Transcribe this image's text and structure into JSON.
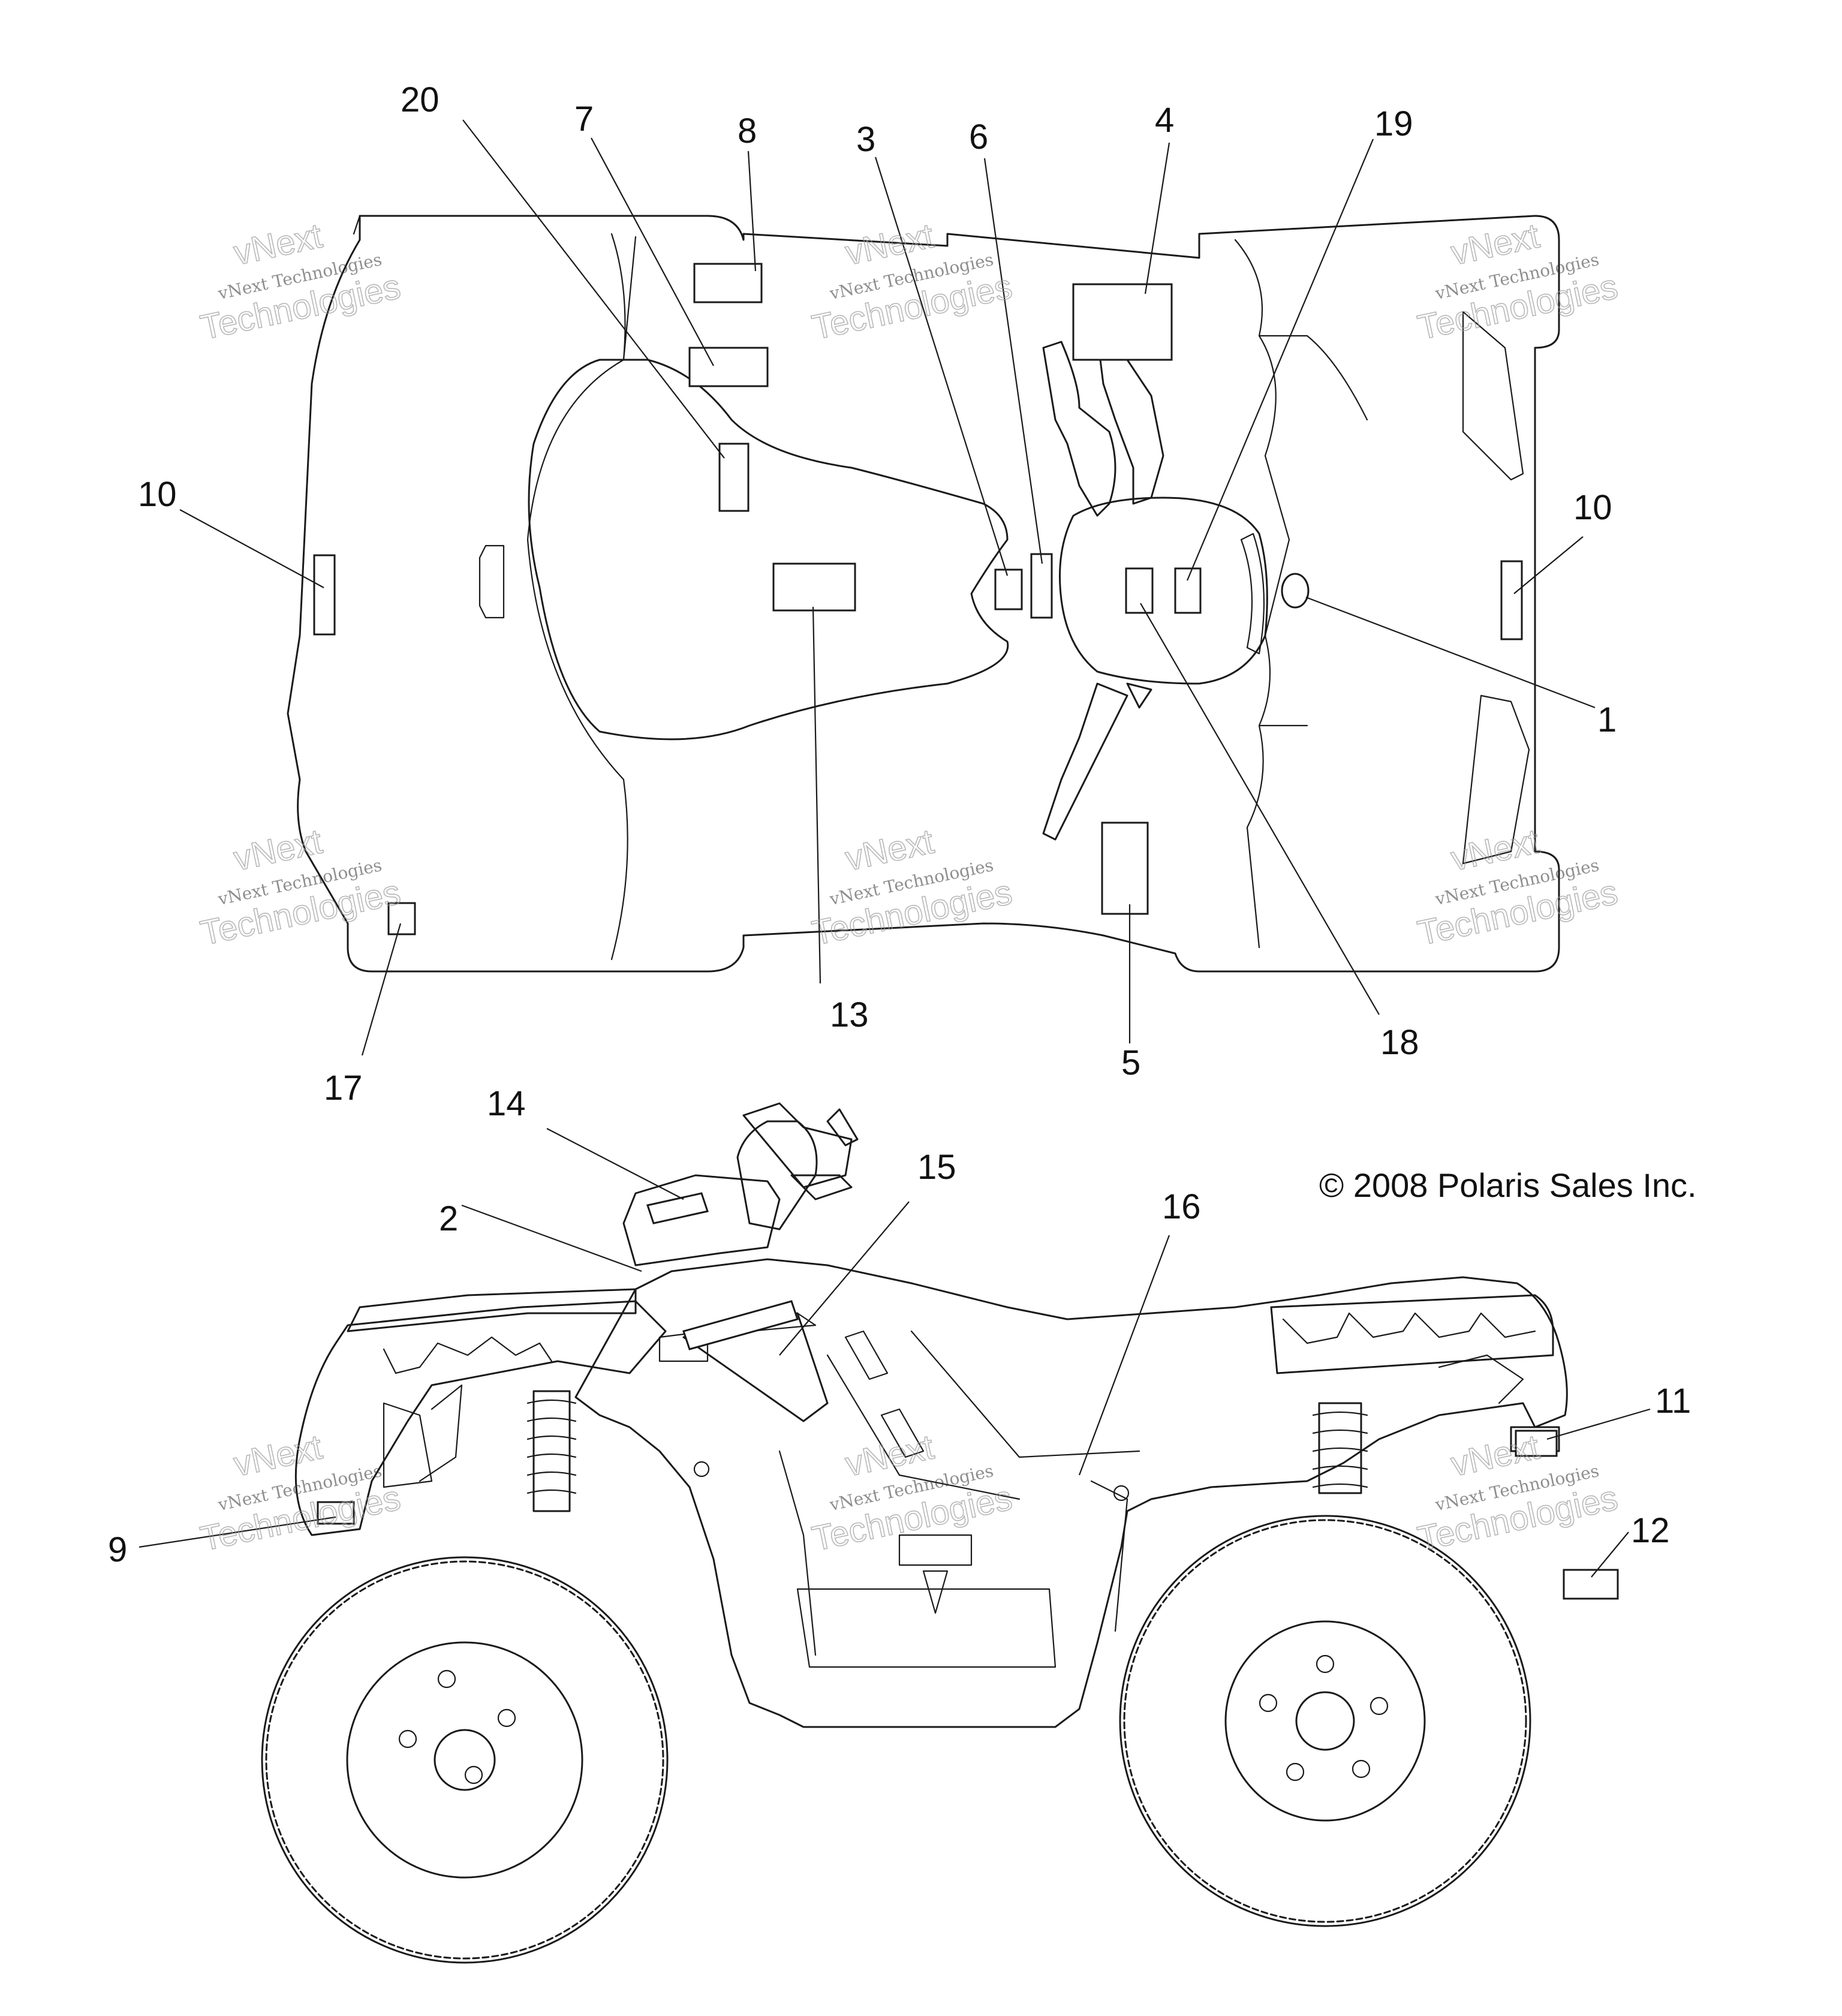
{
  "diagram": {
    "copyright": "© 2008 Polaris Sales Inc.",
    "watermark": {
      "line1": "vNext Technologies",
      "line2": "Technologies",
      "line3": "vNext"
    },
    "callouts": {
      "c1": "1",
      "c2": "2",
      "c3": "3",
      "c4": "4",
      "c5": "5",
      "c6": "6",
      "c7": "7",
      "c8": "8",
      "c9": "9",
      "c10a": "10",
      "c10b": "10",
      "c11": "11",
      "c12": "12",
      "c13": "13",
      "c14": "14",
      "c15": "15",
      "c16": "16",
      "c17": "17",
      "c18": "18",
      "c19": "19",
      "c20": "20"
    }
  }
}
